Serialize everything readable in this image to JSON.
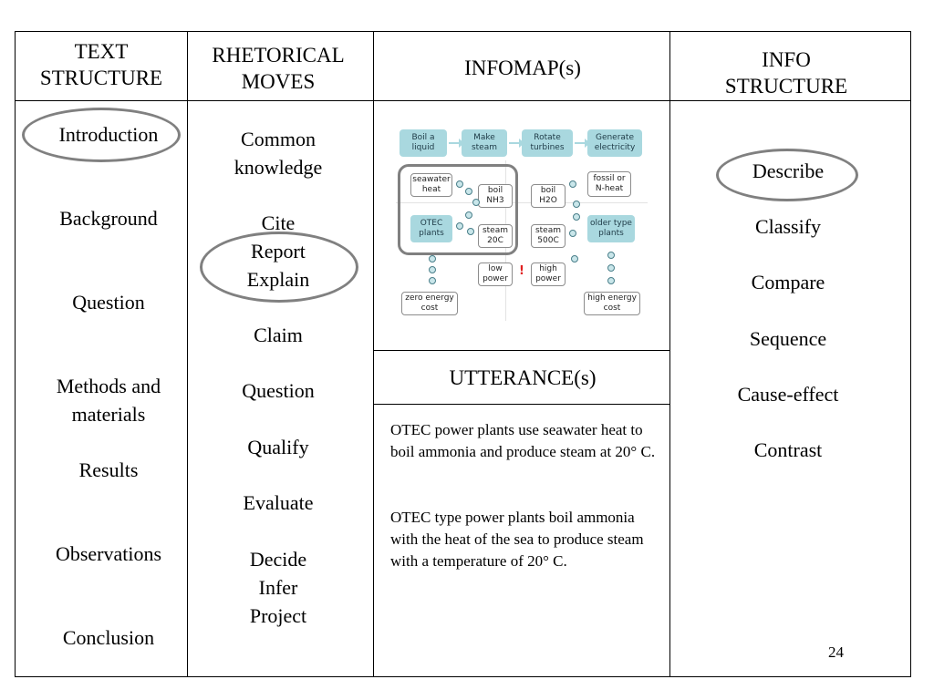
{
  "headers": {
    "text_structure": "TEXT STRUCTURE",
    "rhetorical_moves": "RHETORICAL MOVES",
    "infomap": "INFOMAP(s)",
    "info_structure": "INFO STRUCTURE",
    "utterance": "UTTERANCE(s)"
  },
  "text_structure": [
    "Introduction",
    "Background",
    "Question",
    "Methods and materials",
    "Results",
    "Observations",
    "Conclusion"
  ],
  "rhetorical_moves": [
    "Common knowledge",
    "Cite",
    "Report",
    "Explain",
    "Claim",
    "Question",
    "Qualify",
    "Evaluate",
    "Decide",
    "Infer",
    "Project"
  ],
  "info_structure": [
    "Describe",
    "Classify",
    "Compare",
    "Sequence",
    "Cause-effect",
    "Contrast"
  ],
  "utterances": [
    "OTEC power plants use seawater heat to boil ammonia and produce steam at 20° C.",
    "OTEC type power plants boil ammonia with the heat of the sea to produce steam with a temperature of 20° C."
  ],
  "infomap": {
    "top_row": [
      "Boil a liquid",
      "Make steam",
      "Rotate turbines",
      "Generate electricity"
    ],
    "seawater_heat": "seawater heat",
    "boil_nh3": "boil NH3",
    "otec_plants": "OTEC plants",
    "steam_20c": "steam 20C",
    "low_power": "low power",
    "zero_energy_cost": "zero energy cost",
    "boil_h2o": "boil H2O",
    "fossil_n_heat": "fossil or N-heat",
    "steam_500c": "steam 500C",
    "older_type_plants": "older type plants",
    "high_power": "high power",
    "high_energy_cost": "high energy cost",
    "exclamation": "!"
  },
  "page_number": "24",
  "colors": {
    "oval": "#808080",
    "teal": "#a9d8df"
  }
}
